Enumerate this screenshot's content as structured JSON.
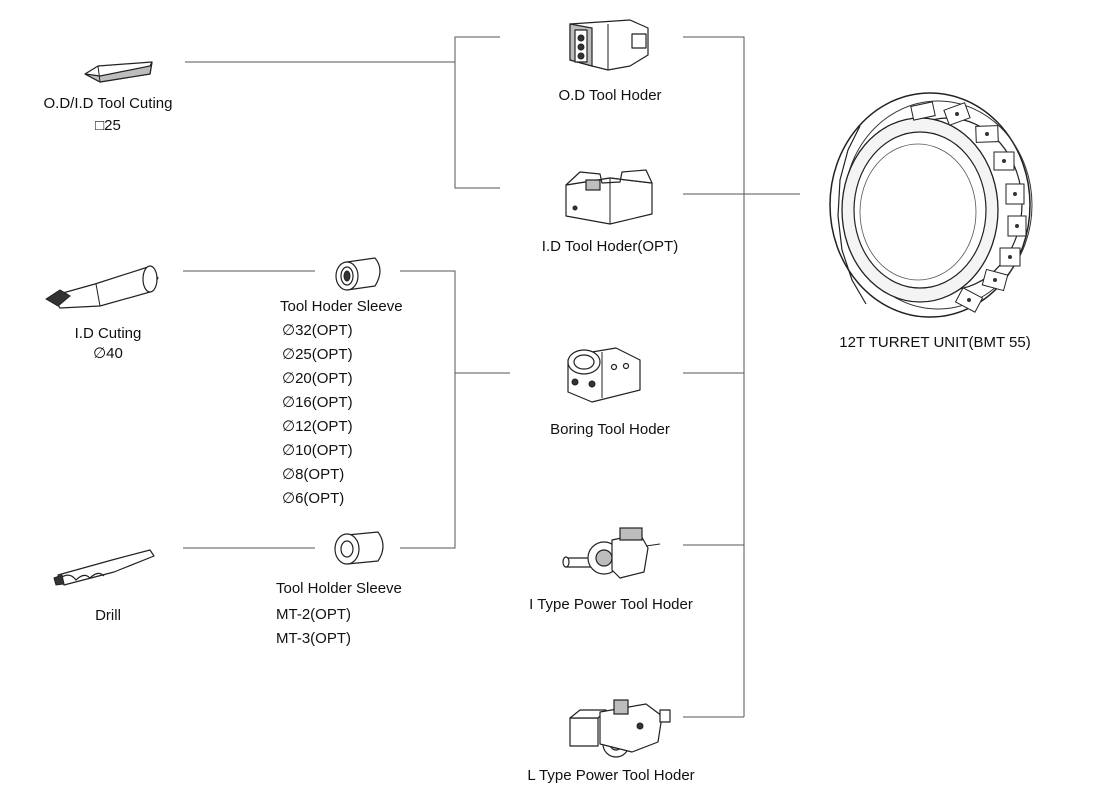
{
  "tools": {
    "od_id_tool": {
      "label": "O.D/I.D Tool Cuting",
      "size": "□25"
    },
    "id_cutting": {
      "label": "I.D Cuting",
      "size": "∅40"
    },
    "drill": {
      "label": "Drill"
    }
  },
  "sleeves": {
    "tool_holder_sleeve": {
      "label": "Tool Hoder Sleeve",
      "options": [
        "∅32(OPT)",
        "∅25(OPT)",
        "∅20(OPT)",
        "∅16(OPT)",
        "∅12(OPT)",
        "∅10(OPT)",
        "∅8(OPT)",
        "∅6(OPT)"
      ]
    },
    "mt_sleeve": {
      "label": "Tool Holder Sleeve",
      "options": [
        "MT-2(OPT)",
        "MT-3(OPT)"
      ]
    }
  },
  "holders": {
    "od": "O.D Tool Hoder",
    "id": "I.D Tool Hoder(OPT)",
    "boring": "Boring Tool Hoder",
    "i_power": "I Type Power Tool Hoder",
    "l_power": "L Type Power Tool Hoder"
  },
  "turret": {
    "label": "12T TURRET UNIT(BMT 55)"
  }
}
